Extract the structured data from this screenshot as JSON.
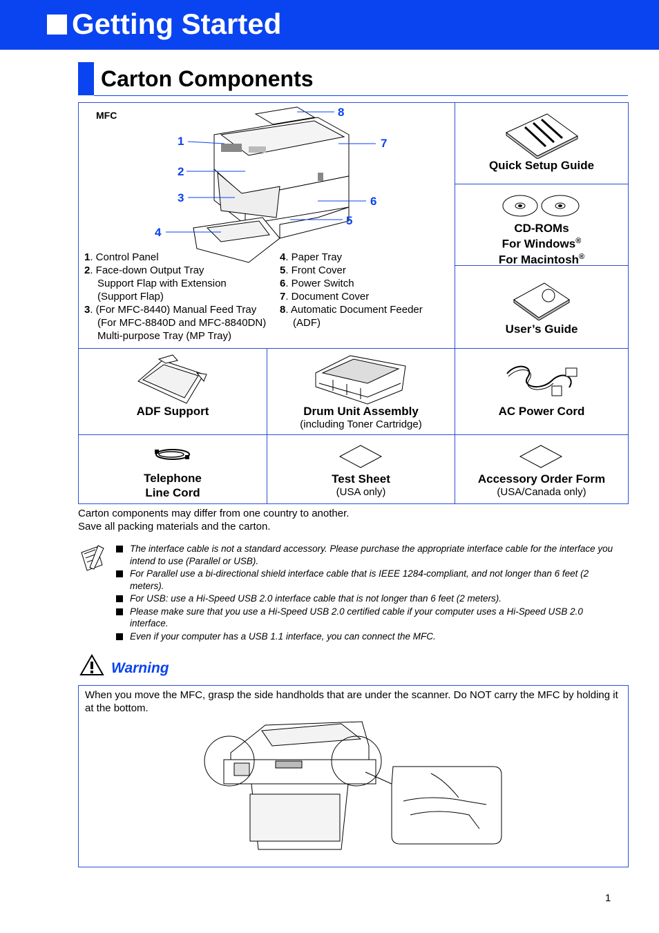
{
  "header": {
    "title": "Getting Started"
  },
  "section": {
    "title": "Carton Components"
  },
  "mfc": {
    "label": "MFC",
    "callouts": [
      "1",
      "2",
      "3",
      "4",
      "5",
      "6",
      "7",
      "8"
    ],
    "parts_left": [
      {
        "n": "1",
        "t": ". Control Panel"
      },
      {
        "n": "2",
        "t": ". Face-down Output Tray"
      },
      {
        "n": "",
        "t": "Support Flap with Extension"
      },
      {
        "n": "",
        "t": "(Support Flap)"
      },
      {
        "n": "3",
        "t": ". (For MFC-8440) Manual Feed Tray"
      },
      {
        "n": "",
        "t": "(For MFC-8840D and MFC-8840DN)"
      },
      {
        "n": "",
        "t": "Multi-purpose Tray (MP Tray)"
      }
    ],
    "parts_right": [
      {
        "n": "4",
        "t": ". Paper Tray"
      },
      {
        "n": "5",
        "t": ". Front Cover"
      },
      {
        "n": "6",
        "t": ". Power Switch"
      },
      {
        "n": "7",
        "t": ". Document Cover"
      },
      {
        "n": "8",
        "t": ". Automatic Document Feeder"
      },
      {
        "n": "",
        "t": "(ADF)"
      }
    ]
  },
  "components": {
    "quick_setup": "Quick Setup Guide",
    "cdroms": {
      "line1": "CD-ROMs",
      "line2": "For Windows",
      "line3": "For Macintosh",
      "reg": "®"
    },
    "users_guide": "User’s Guide",
    "adf_support": "ADF Support",
    "drum": {
      "name": "Drum Unit Assembly",
      "sub": "(including Toner Cartridge)"
    },
    "ac_cord": "AC Power Cord",
    "tel_cord": {
      "line1": "Telephone",
      "line2": "Line Cord"
    },
    "test_sheet": {
      "name": "Test Sheet",
      "sub": "(USA only)"
    },
    "accessory": {
      "name": "Accessory Order Form",
      "sub": "(USA/Canada only)"
    }
  },
  "caption": {
    "line1": "Carton components may differ from one country to another.",
    "line2": "Save all packing materials and the carton."
  },
  "notes": [
    "The interface cable is not a standard accessory. Please purchase the appropriate interface cable for the interface you intend to use (Parallel or USB).",
    "For Parallel use a bi-directional shield interface cable that is IEEE 1284-compliant, and not longer than 6 feet (2 meters).",
    "For USB: use a Hi-Speed USB 2.0 interface cable that is not longer than 6 feet (2 meters).",
    "Please make sure that you use a Hi-Speed USB 2.0 certified cable if your computer uses a Hi-Speed USB 2.0 interface.",
    "Even if your computer has a USB 1.1 interface, you can connect the MFC."
  ],
  "warning": {
    "title": "Warning",
    "text": "When you move the MFC, grasp the side handholds that are under the scanner. Do NOT carry the MFC by holding it at the bottom."
  },
  "page_number": "1"
}
